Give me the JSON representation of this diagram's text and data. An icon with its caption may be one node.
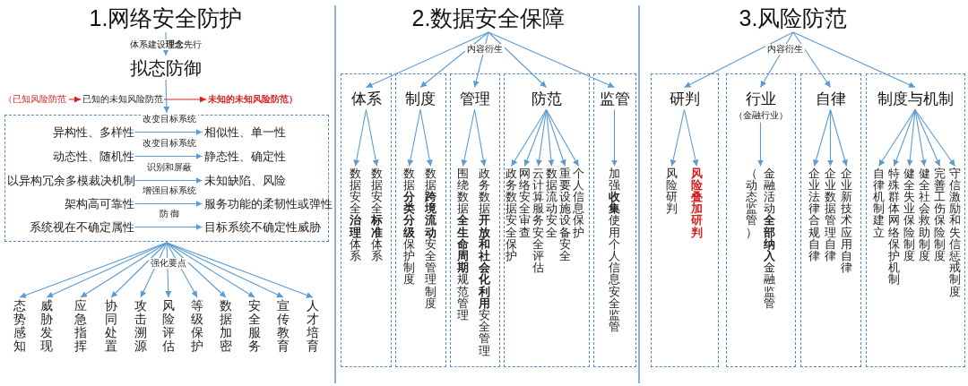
{
  "diagram": {
    "nodes": [
      {
        "text": [
          "1.网络安全防护"
        ]
      },
      {
        "text": [
          "拟态防御"
        ]
      },
      {
        "text": [
          "（已知风险防范"
        ]
      },
      {
        "text": [
          "已知的未知风险防范"
        ]
      },
      {
        "text": [
          "未知的未知风险防范）"
        ]
      },
      {
        "text": [],
        "shape": "box"
      },
      {
        "text": [
          "异构性、多样性"
        ],
        "in": 5
      },
      {
        "text": [
          "相似性、单一性"
        ],
        "in": 5
      },
      {
        "text": [
          "动态性、随机性"
        ],
        "in": 5
      },
      {
        "text": [
          "静态性、确定性"
        ],
        "in": 5
      },
      {
        "text": [
          "以异构冗余多模裁决机制"
        ],
        "in": 5
      },
      {
        "text": [
          "未知缺陷、风险"
        ],
        "in": 5
      },
      {
        "text": [
          "架构高可靠性"
        ],
        "in": 5
      },
      {
        "text": [
          "服务功能的柔韧性或弹性"
        ],
        "in": 5
      },
      {
        "text": [
          "系统视在不确定属性"
        ],
        "in": 5
      },
      {
        "text": [
          "目标系统不确定性威胁"
        ],
        "in": 5
      },
      {
        "text": [
          "态势感知"
        ]
      },
      {
        "text": [
          "威胁发现"
        ]
      },
      {
        "text": [
          "应急指挥"
        ]
      },
      {
        "text": [
          "协同处置"
        ]
      },
      {
        "text": [
          "攻击溯源"
        ]
      },
      {
        "text": [
          "风险评估"
        ]
      },
      {
        "text": [
          "等级保护"
        ]
      },
      {
        "text": [
          "数据加密"
        ]
      },
      {
        "text": [
          "安全服务"
        ]
      },
      {
        "text": [
          "宣传教育"
        ]
      },
      {
        "text": [
          "人才培育"
        ]
      },
      {
        "text": [
          "2.数据安全保障"
        ]
      },
      {
        "text": [],
        "shape": "box"
      },
      {
        "text": [
          "体系"
        ],
        "in": 28
      },
      {
        "text": [
          "数据安全**治理**体系"
        ],
        "in": 28
      },
      {
        "text": [
          "数据安全**标准**体系"
        ],
        "in": 28
      },
      {
        "text": [],
        "shape": "box"
      },
      {
        "text": [
          "制度"
        ],
        "in": 32
      },
      {
        "text": [
          "数据**分类分级**保护制度"
        ],
        "in": 32
      },
      {
        "text": [
          "数据**跨境流动**安全管理制度"
        ],
        "in": 32
      },
      {
        "text": [],
        "shape": "box"
      },
      {
        "text": [
          "管理"
        ],
        "in": 36
      },
      {
        "text": [
          "围绕数据**全生命周期**规范管理"
        ],
        "in": 36
      },
      {
        "text": [
          "政务数据**开放和社会化利用**安全管理"
        ],
        "in": 36
      },
      {
        "text": [],
        "shape": "box"
      },
      {
        "text": [
          "防范"
        ],
        "in": 40
      },
      {
        "text": [
          "政务数据安全保护"
        ],
        "in": 40
      },
      {
        "text": [
          "网络安全审查"
        ],
        "in": 40
      },
      {
        "text": [
          "云计算服务安全评估"
        ],
        "in": 40
      },
      {
        "text": [
          "数据流动安全"
        ],
        "in": 40
      },
      {
        "text": [
          "重要设施设备安全"
        ],
        "in": 40
      },
      {
        "text": [
          "个人信息保护"
        ],
        "in": 40
      },
      {
        "text": [],
        "shape": "box"
      },
      {
        "text": [
          "监管"
        ],
        "in": 48
      },
      {
        "text": [
          "加强**收集**使用个人信息安全监管"
        ],
        "in": 48
      },
      {
        "text": [
          "3.风险防范"
        ]
      },
      {
        "text": [],
        "shape": "box"
      },
      {
        "text": [
          "研判"
        ],
        "in": 52
      },
      {
        "text": [
          "风险研判"
        ],
        "in": 52
      },
      {
        "text": [
          "风险叠加研判"
        ],
        "in": 52
      },
      {
        "text": [],
        "shape": "box"
      },
      {
        "text": [
          "行业",
          "（金融行业）"
        ],
        "in": 56
      },
      {
        "text": [
          "（动态监管）",
          "金融活动**全部纳入**金融监管"
        ],
        "in": 56
      },
      {
        "text": [],
        "shape": "box"
      },
      {
        "text": [
          "自律"
        ],
        "in": 59
      },
      {
        "text": [
          "企业法律合规自律"
        ],
        "in": 59
      },
      {
        "text": [
          "企业数据管理自律"
        ],
        "in": 59
      },
      {
        "text": [
          "企业新技术应用自律"
        ],
        "in": 59
      },
      {
        "text": [],
        "shape": "box"
      },
      {
        "text": [
          "制度与机制"
        ],
        "in": 64
      },
      {
        "text": [
          "自律机制建立"
        ],
        "in": 64
      },
      {
        "text": [
          "特殊群体网络保护机制"
        ],
        "in": 64
      },
      {
        "text": [
          "健全失业保险制度"
        ],
        "in": 64
      },
      {
        "text": [
          "健全社会救助制度"
        ],
        "in": 64
      },
      {
        "text": [
          "完善工伤保险制度"
        ],
        "in": 64
      },
      {
        "text": [
          "守信激励和失信惩戒制度"
        ],
        "in": 64
      }
    ],
    "edges": [
      {
        "from": 0,
        "to": 1,
        "arrow": "to",
        "label": "体系建设**理念**先行"
      },
      {
        "from": 2,
        "to": 3,
        "arrow": "to",
        "color": "#e02020"
      },
      {
        "from": 3,
        "to": 4,
        "arrow": "to",
        "color": "#e02020"
      },
      {
        "from": 1,
        "to": 5,
        "arrow": "to"
      },
      {
        "from": 6,
        "to": 7,
        "arrow": "to",
        "label": "改变目标系统"
      },
      {
        "from": 8,
        "to": 9,
        "arrow": "to",
        "label": "改变目标系统"
      },
      {
        "from": 10,
        "to": 11,
        "arrow": "to",
        "label": "识别和屏蔽"
      },
      {
        "from": 12,
        "to": 13,
        "arrow": "to",
        "label": "增强目标系统"
      },
      {
        "from": 14,
        "to": 15,
        "arrow": "to",
        "label": "防 御"
      },
      {
        "from": 5,
        "to": 16,
        "arrow": "to"
      },
      {
        "from": 5,
        "to": 17,
        "arrow": "to"
      },
      {
        "from": 5,
        "to": 18,
        "arrow": "to"
      },
      {
        "from": 5,
        "to": 19,
        "arrow": "to"
      },
      {
        "from": 5,
        "to": 20,
        "arrow": "to"
      },
      {
        "from": 5,
        "to": 21,
        "arrow": "to",
        "label": "强化要点"
      },
      {
        "from": 5,
        "to": 22,
        "arrow": "to"
      },
      {
        "from": 5,
        "to": 23,
        "arrow": "to"
      },
      {
        "from": 5,
        "to": 24,
        "arrow": "to"
      },
      {
        "from": 5,
        "to": 25,
        "arrow": "to"
      },
      {
        "from": 5,
        "to": 26,
        "arrow": "to"
      },
      {
        "from": 27,
        "to": 29,
        "arrow": "to"
      },
      {
        "from": 27,
        "to": 33,
        "arrow": "to"
      },
      {
        "from": 27,
        "to": 37,
        "arrow": "to",
        "label": "内容衍生"
      },
      {
        "from": 27,
        "to": 41,
        "arrow": "to"
      },
      {
        "from": 27,
        "to": 49,
        "arrow": "to"
      },
      {
        "from": 29,
        "to": 30,
        "arrow": "to"
      },
      {
        "from": 29,
        "to": 31,
        "arrow": "to"
      },
      {
        "from": 33,
        "to": 34,
        "arrow": "to"
      },
      {
        "from": 33,
        "to": 35,
        "arrow": "to"
      },
      {
        "from": 37,
        "to": 38,
        "arrow": "to"
      },
      {
        "from": 37,
        "to": 39,
        "arrow": "to"
      },
      {
        "from": 41,
        "to": 42,
        "arrow": "to"
      },
      {
        "from": 41,
        "to": 43,
        "arrow": "to"
      },
      {
        "from": 41,
        "to": 44,
        "arrow": "to"
      },
      {
        "from": 41,
        "to": 45,
        "arrow": "to"
      },
      {
        "from": 41,
        "to": 46,
        "arrow": "to"
      },
      {
        "from": 41,
        "to": 47,
        "arrow": "to"
      },
      {
        "from": 49,
        "to": 50,
        "arrow": "to"
      },
      {
        "from": 51,
        "to": 53,
        "arrow": "to"
      },
      {
        "from": 51,
        "to": 57,
        "arrow": "to",
        "label": "内容衍生"
      },
      {
        "from": 51,
        "to": 60,
        "arrow": "to"
      },
      {
        "from": 51,
        "to": 65,
        "arrow": "to"
      },
      {
        "from": 53,
        "to": 54,
        "arrow": "to"
      },
      {
        "from": 53,
        "to": 55,
        "arrow": "to"
      },
      {
        "from": 57,
        "to": 58,
        "arrow": "to"
      },
      {
        "from": 60,
        "to": 61,
        "arrow": "to"
      },
      {
        "from": 60,
        "to": 62,
        "arrow": "to"
      },
      {
        "from": 60,
        "to": 63,
        "arrow": "to"
      },
      {
        "from": 65,
        "to": 66,
        "arrow": "to"
      },
      {
        "from": 65,
        "to": 67,
        "arrow": "to"
      },
      {
        "from": 65,
        "to": 68,
        "arrow": "to"
      },
      {
        "from": 65,
        "to": 69,
        "arrow": "to"
      },
      {
        "from": 65,
        "to": 70,
        "arrow": "to"
      },
      {
        "from": 65,
        "to": 71,
        "arrow": "to"
      }
    ]
  }
}
